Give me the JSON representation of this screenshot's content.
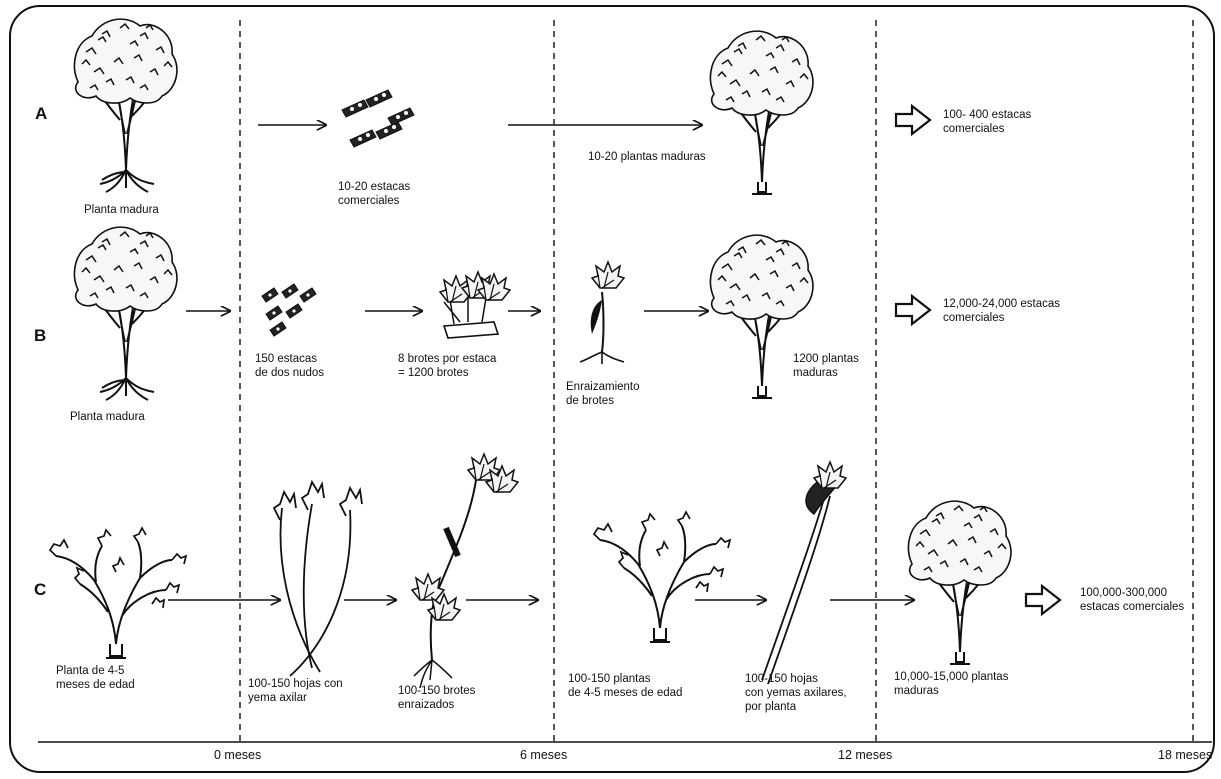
{
  "rows": {
    "a": {
      "letter": "A",
      "labels": {
        "mother_plant": "Planta madura",
        "cuttings": "10-20 estacas\ncomerciales",
        "plants": "10-20 plantas maduras",
        "result": "100- 400 estacas\ncomerciales"
      }
    },
    "b": {
      "letter": "B",
      "labels": {
        "mother_plant": "Planta madura",
        "cuttings": "150 estacas\nde dos nudos",
        "shoots": "8 brotes por estaca\n= 1200 brotes",
        "rooting": "Enraizamiento\nde brotes",
        "plants": "1200 plantas\nmaduras",
        "result": "12,000-24,000 estacas\ncomerciales"
      }
    },
    "c": {
      "letter": "C",
      "labels": {
        "young_plant": "Planta de 4-5\nmeses de edad",
        "leaves": "100-150 hojas con\nyema axilar",
        "rooted_shoots": "100-150 brotes\nenraizados",
        "young_plants": "100-150 plantas\nde 4-5 meses de edad",
        "leaves_per_plant": "100-150 hojas\ncon yemas axilares,\npor planta",
        "plants": "10,000-15,000 plantas\nmaduras",
        "result": "100,000-300,000\nestacas comerciales"
      }
    }
  },
  "timeline": {
    "t0": "0 meses",
    "t6": "6 meses",
    "t12": "12 meses",
    "t18": "18 meses"
  }
}
